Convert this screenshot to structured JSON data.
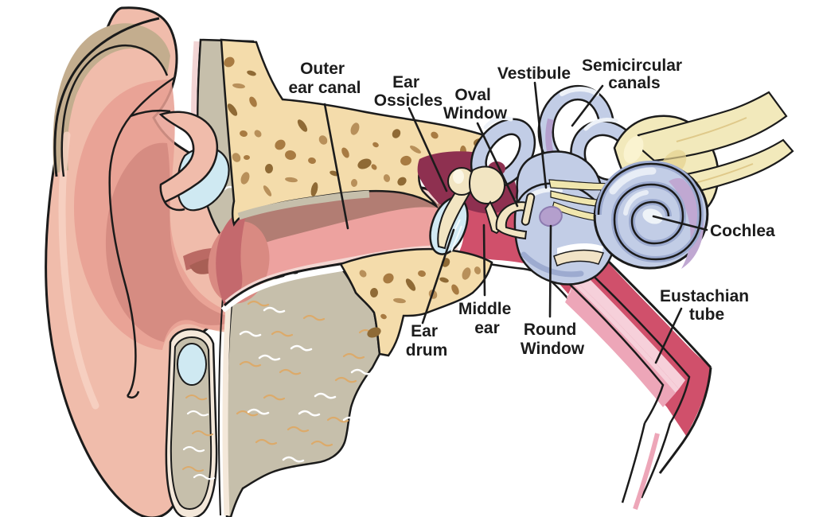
{
  "diagram": {
    "subject": "Human ear anatomy cross-section",
    "labels": {
      "outer_ear_canal": {
        "line1": "Outer",
        "line2": "ear canal"
      },
      "ear_ossicles": {
        "line1": "Ear",
        "line2": "Ossicles"
      },
      "oval_window": {
        "line1": "Oval",
        "line2": "Window"
      },
      "vestibule": {
        "line1": "Vestibule"
      },
      "semicircular_canals": {
        "line1": "Semicircular",
        "line2": "canals"
      },
      "cochlea": {
        "line1": "Cochlea"
      },
      "eustachian_tube": {
        "line1": "Eustachian",
        "line2": "tube"
      },
      "ear_drum": {
        "line1": "Ear",
        "line2": "drum"
      },
      "middle_ear": {
        "line1": "Middle",
        "line2": "ear"
      },
      "round_window": {
        "line1": "Round",
        "line2": "Window"
      }
    },
    "colors": {
      "skin": "#f0bcab",
      "skin_shadow": "#e2998e",
      "skin_deep": "#c4696d",
      "scapha_tan": "#c3ad8e",
      "bone": "#f4dcab",
      "bone_speckle": "#a87b42",
      "cartilage_gray": "#c6bfab",
      "canal_pink": "#eda29f",
      "canal_shadow": "#b27d73",
      "middle_ear_dark": "#8e3050",
      "middle_ear_bright": "#d0506b",
      "inner_ear_lavender": "#c2cde6",
      "inner_ear_shadow": "#9dabd0",
      "purple_accent": "#b49fcd",
      "nerve_yellow": "#f2e9bb",
      "eardrum_blue": "#d2eaf4",
      "ossicle_cream": "#f2e5c2",
      "tube_pink_light": "#f6d0da",
      "tube_pink_mid": "#eda6b8",
      "outline": "#1b1b1b",
      "label_text": "#1c1c1c"
    }
  }
}
